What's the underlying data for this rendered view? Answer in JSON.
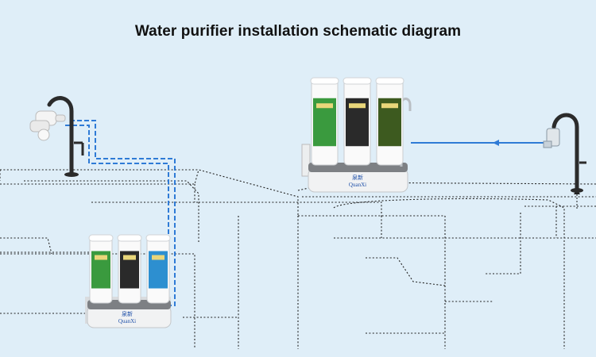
{
  "title": "Water purifier installation schematic diagram",
  "brand": {
    "chinese": "泉新",
    "latin": "QuanXi",
    "accent_color": "#2f7bd6"
  },
  "colors": {
    "background": "#dfeef8",
    "pipe": "#2f7bd6",
    "faucet": "#2b2b2b",
    "cabinet_line": "#222222"
  },
  "units": [
    {
      "cartridges": [
        {
          "color": "#3a9a3e"
        },
        {
          "color": "#2a2a2a"
        },
        {
          "color": "#2d8fd0"
        }
      ]
    },
    {
      "cartridges": [
        {
          "color": "#3a9a3e"
        },
        {
          "color": "#2a2a2a"
        },
        {
          "color": "#3d5a1f"
        }
      ]
    }
  ]
}
